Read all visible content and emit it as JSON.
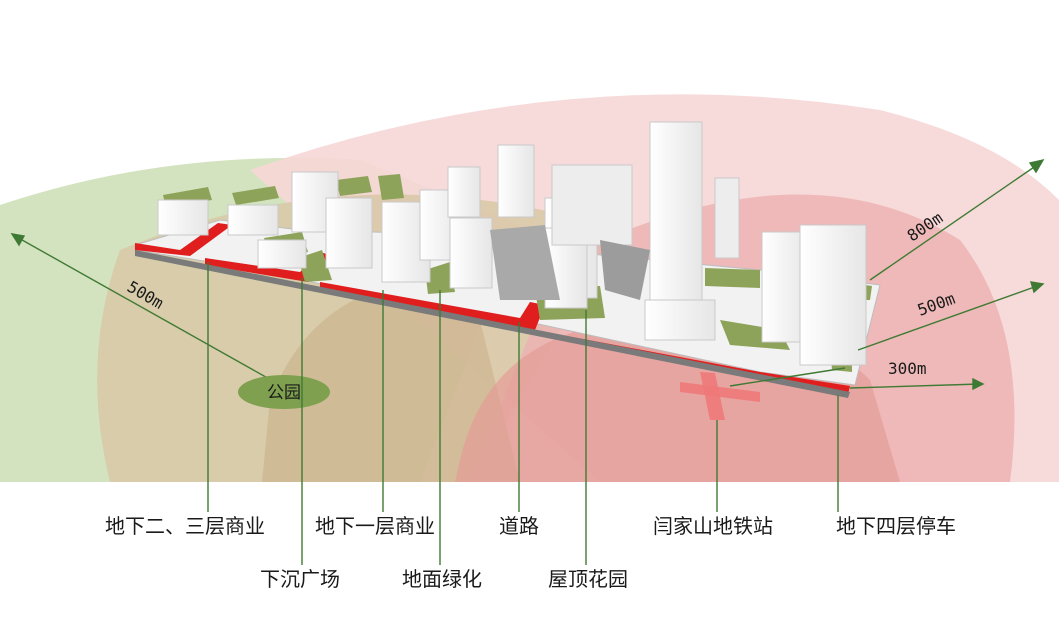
{
  "labels": {
    "l2_3_commerce": "地下二、三层商业",
    "sunken_plaza": "下沉广场",
    "l1_commerce": "地下一层商业",
    "ground_green": "地面绿化",
    "road": "道路",
    "roof_garden": "屋顶花园",
    "metro_station": "闫家山地铁站",
    "l4_parking": "地下四层停车"
  },
  "park_label": "公园",
  "distances": {
    "d800": "800m",
    "d500_right": "500m",
    "d300": "300m",
    "d500_left": "500m"
  },
  "colors": {
    "red_band": "#e01e1e",
    "green_roof": "#8ea35a",
    "leader_line": "#3f7a34",
    "zone_green": "#cfe0b8",
    "zone_tan": "#d7c7a4",
    "zone_pink": "#f3c7c7",
    "zone_red": "#eaa2a0"
  }
}
